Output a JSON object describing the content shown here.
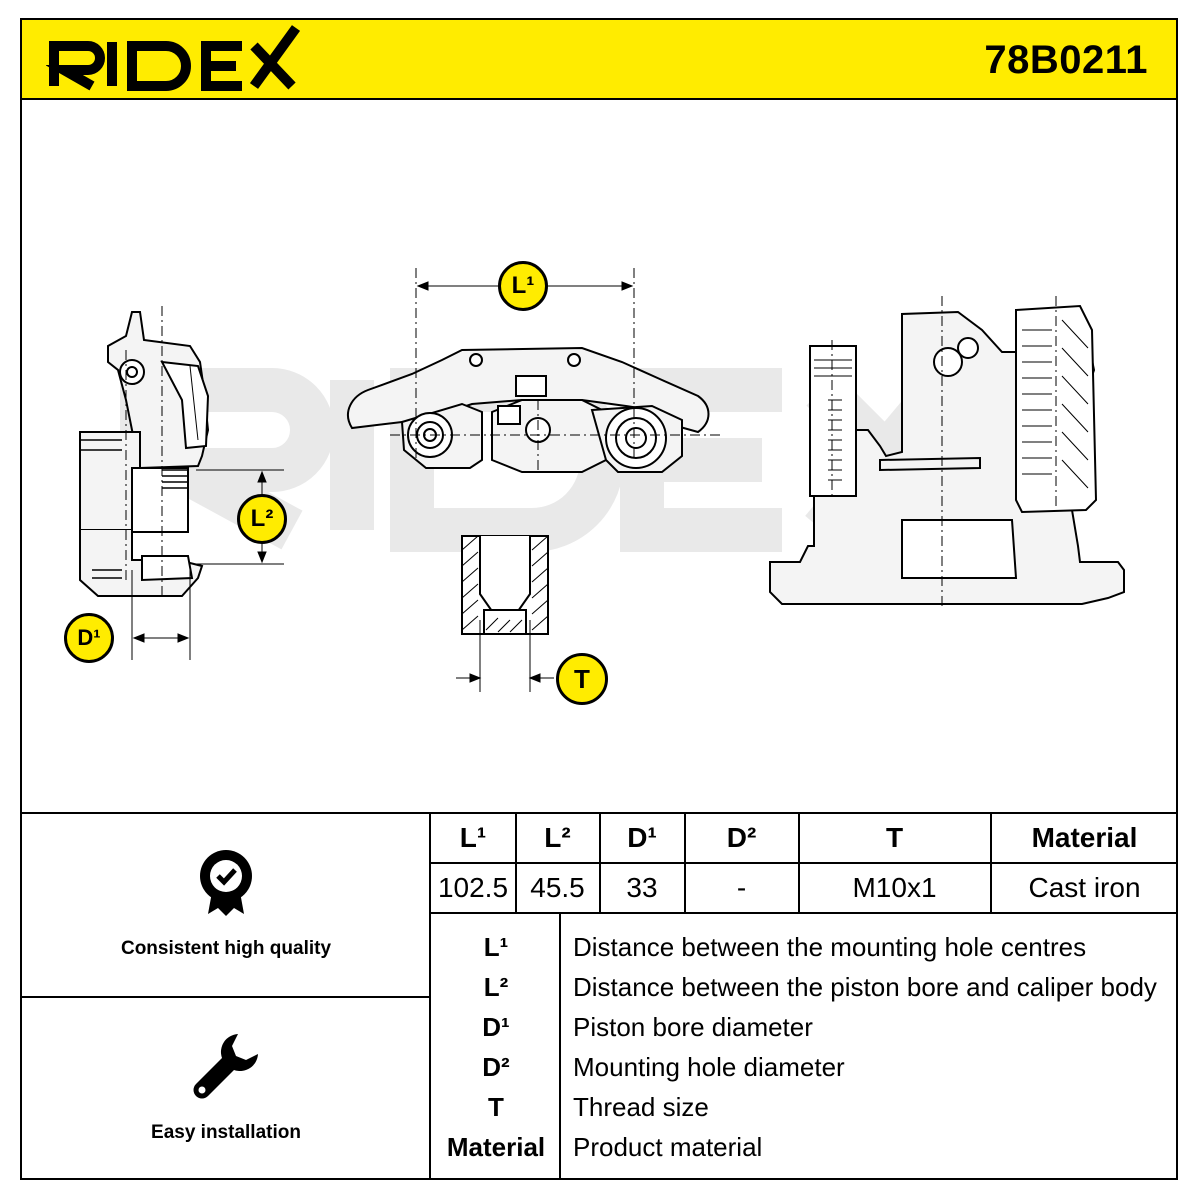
{
  "brand": {
    "name": "RIDEX",
    "color": "#ffec00"
  },
  "part_number": "78B0211",
  "dimension_badges": {
    "l1": "L¹",
    "l2": "L²",
    "d1": "D¹",
    "t": "T"
  },
  "specs": {
    "headers": [
      "L¹",
      "L²",
      "D¹",
      "D²",
      "T",
      "Material"
    ],
    "values": [
      "102.5",
      "45.5",
      "33",
      "-",
      "M10x1",
      "Cast iron"
    ]
  },
  "legend": [
    {
      "symbol": "L¹",
      "description": "Distance between the mounting hole centres"
    },
    {
      "symbol": "L²",
      "description": "Distance between the piston bore and caliper body"
    },
    {
      "symbol": "D¹",
      "description": "Piston bore diameter"
    },
    {
      "symbol": "D²",
      "description": "Mounting hole diameter"
    },
    {
      "symbol": "T",
      "description": "Thread size"
    },
    {
      "symbol": "Material",
      "description": "Product material"
    }
  ],
  "features": [
    {
      "icon": "quality-badge-icon",
      "label": "Consistent high quality"
    },
    {
      "icon": "wrench-icon",
      "label": "Easy installation"
    }
  ]
}
